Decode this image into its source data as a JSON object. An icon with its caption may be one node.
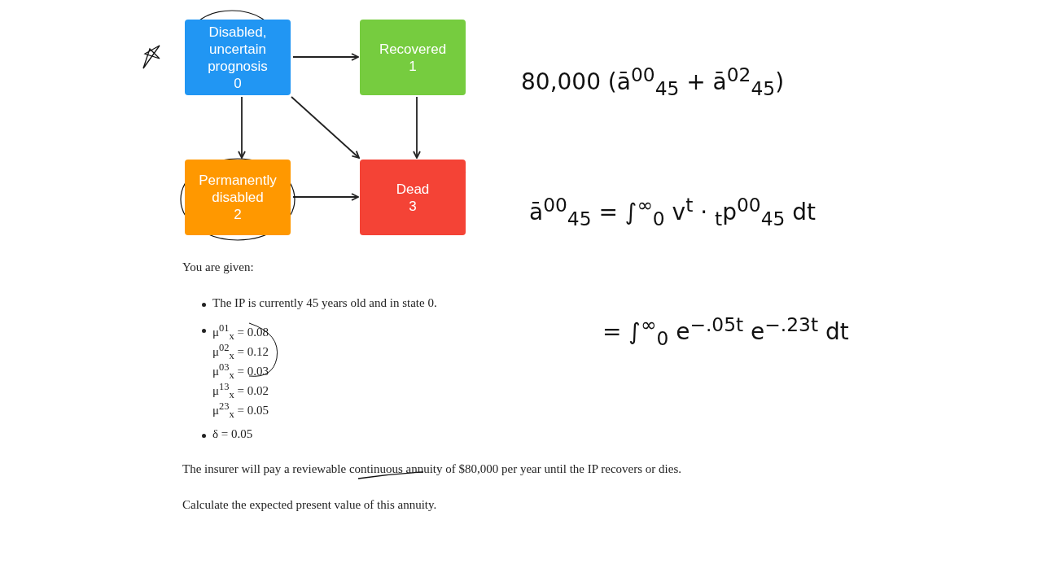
{
  "diagram": {
    "nodes": [
      {
        "text": [
          "Disabled, uncertain prognosis",
          "0"
        ]
      },
      {
        "text": [
          "Recovered",
          "1"
        ]
      },
      {
        "text": [
          "Permanently disabled",
          "2"
        ]
      },
      {
        "text": [
          "Dead",
          "3"
        ]
      }
    ],
    "edges": [
      {
        "from": 0,
        "to": 1,
        "arrow": "to"
      },
      {
        "from": 0,
        "to": 2,
        "arrow": "to"
      },
      {
        "from": 0,
        "to": 3,
        "arrow": "to"
      },
      {
        "from": 1,
        "to": 3,
        "arrow": "to"
      },
      {
        "from": 2,
        "to": 3,
        "arrow": "to"
      }
    ],
    "labels": [
      "You are given:",
      "The IP is currently 45 years old and in state 0.",
      "μ$^{01}$$_{x}$ = 0.08",
      "μ$^{02}$$_{x}$ = 0.12",
      "μ$^{03}$$_{x}$ = 0.03",
      "μ$^{13}$$_{x}$ = 0.02",
      "μ$^{23}$$_{x}$ = 0.05",
      "δ = 0.05",
      "The insurer will pay a reviewable continuous annuity of $80,000 per year until the IP recovers or dies.",
      "Calculate the expected present value of this annuity.",
      "80,000 (ā$^{00}$$_{45}$ + ā$^{02}$$_{45}$)",
      "ā$^{00}$$_{45}$ = ∫$^{∞}$$_{0}$ v$^{t}$ · $_{t}$p$^{00}$$_{45}$ dt",
      "= ∫$^{∞}$$_{0}$ e$^{−.05t}$ e$^{−.23t}$ dt"
    ]
  }
}
